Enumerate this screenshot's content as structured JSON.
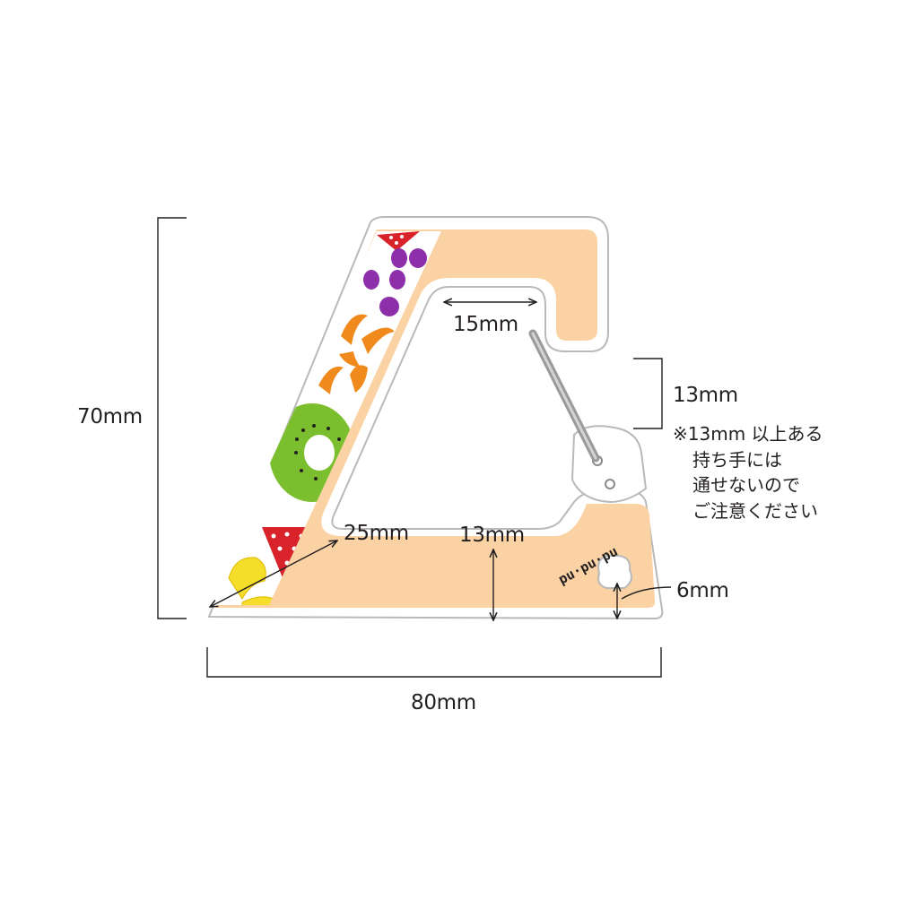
{
  "dimensions": {
    "height_total": "70mm",
    "width_total": "80mm",
    "gap_opening": "15mm",
    "gate_height": "13mm",
    "diagonal_width": "25mm",
    "bottom_bar_height": "13mm",
    "corner_thickness": "6mm"
  },
  "note": {
    "line1": "※13mm 以上ある",
    "line2": "持ち手には",
    "line3": "通せないので",
    "line4": "ご注意ください"
  },
  "brand": {
    "logo_text": "pu·pu·pu"
  },
  "colors": {
    "body_fill": "#fbd2a4",
    "outline": "#b9b9b9",
    "dimension_line": "#231f20",
    "gate": "#9a9a9a",
    "kiwi": "#7bbf2e",
    "strawberry": "#d8232a",
    "mandarin": "#f08a1c",
    "grape": "#8d2fa8",
    "banana": "#f5de2a"
  }
}
